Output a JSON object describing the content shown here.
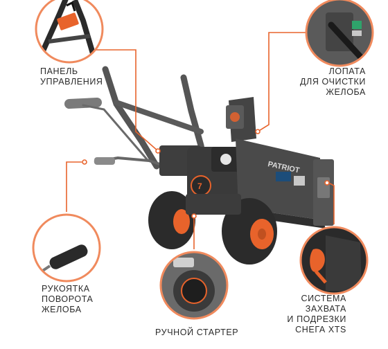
{
  "callouts": {
    "control_panel": [
      "ПАНЕЛЬ",
      "УПРАВЛЕНИЯ"
    ],
    "chute_shovel": [
      "ЛОПАТА",
      "ДЛЯ ОЧИСТКИ",
      "ЖЕЛОБА"
    ],
    "chute_handle": [
      "РУКОЯТКА",
      "ПОВОРОТА",
      "ЖЕЛОБА"
    ],
    "manual_starter": [
      "РУЧНОЙ СТАРТЕР"
    ],
    "xts_system": [
      "СИСТЕМА",
      "ЗАХВАТА",
      "И ПОДРЕЗКИ",
      "СНЕГА XTS"
    ]
  },
  "machine": {
    "brand": "PATRIOT",
    "model_badge": "7"
  },
  "colors": {
    "accent": "#e8632b",
    "body": "#4a4a4a",
    "body_dark": "#2f2f2f",
    "ring": "#f08a5d",
    "text": "#2a2a2a"
  }
}
